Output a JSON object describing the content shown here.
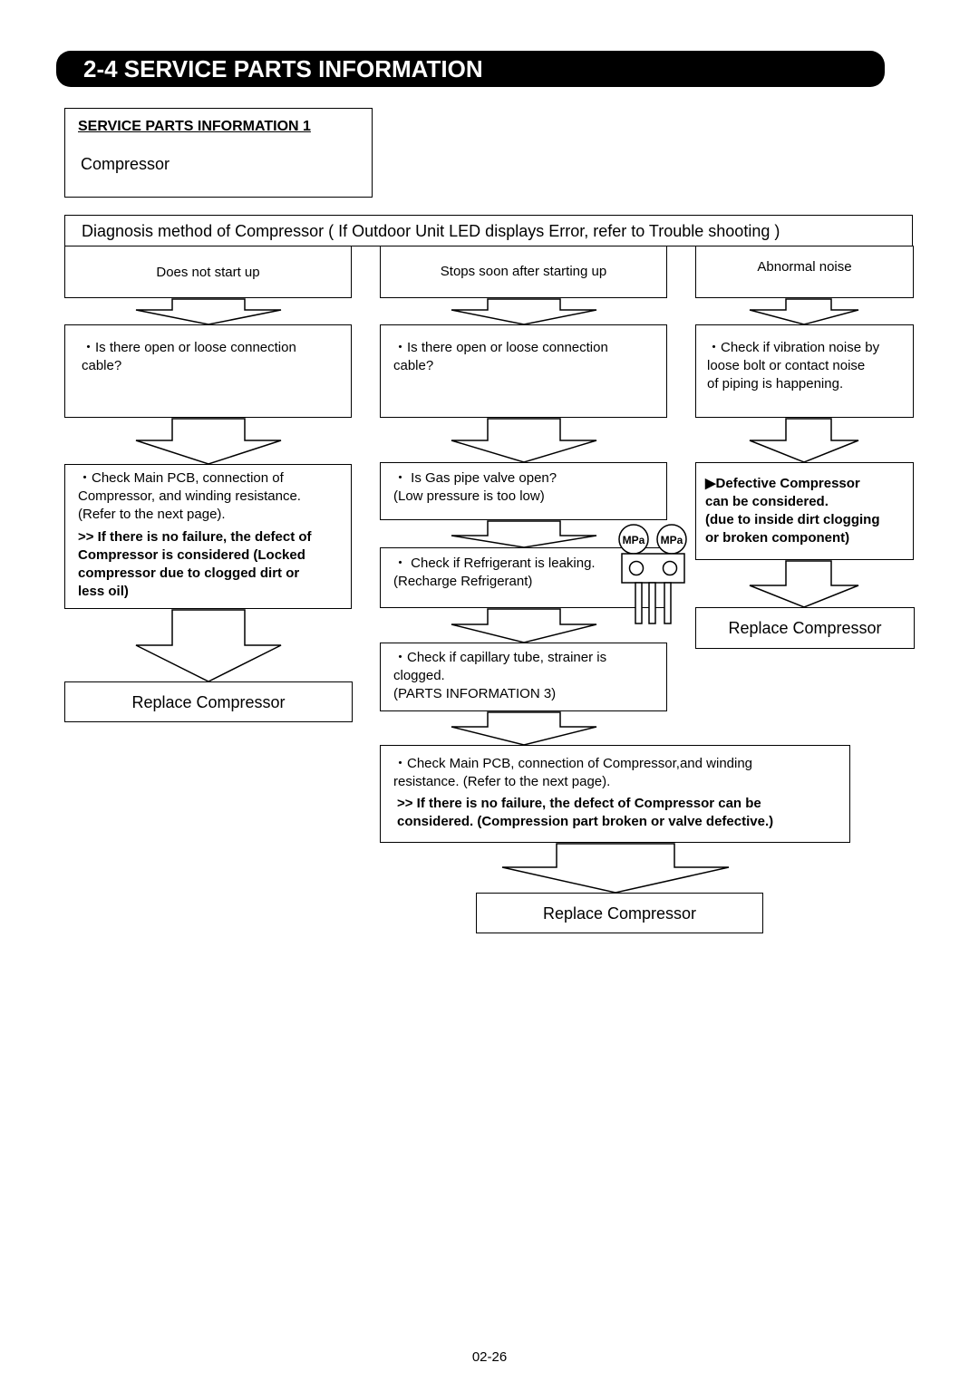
{
  "header": {
    "title": "2-4 SERVICE PARTS INFORMATION"
  },
  "info_box": {
    "heading": "SERVICE PARTS INFORMATION 1",
    "subject": "Compressor"
  },
  "diagnosis_title": "Diagnosis method of Compressor ( If Outdoor Unit LED displays Error, refer to Trouble shooting )",
  "col1": {
    "symptom": "Does not start up",
    "check1": "・Is there open or loose connection\n  cable?",
    "check2": "・Check Main PCB, connection of\n  Compressor, and winding resistance.\n  (Refer to the next page).",
    "note": ">> If there is no failure, the defect of\n     Compressor is considered (Locked\n     compressor due to clogged dirt or\n      less oil)",
    "result": "Replace Compressor"
  },
  "col2": {
    "symptom": "Stops soon after starting up",
    "check1": "・Is there open or loose connection\n  cable?",
    "check2": "・ Is Gas pipe valve open?\n   (Low pressure is too low)",
    "check3": "・ Check if Refrigerant is leaking.\n   (Recharge Refrigerant)",
    "check4": "・Check if capillary tube, strainer is\n  clogged.\n  (PARTS INFORMATION 3)",
    "check5": "・Check Main PCB, connection of Compressor,and winding\n  resistance. (Refer to the next page).",
    "note": ">> If there is no failure, the defect of Compressor can be\n     considered. (Compression part broken or valve defective.)",
    "result": "Replace Compressor",
    "gauge_labels": [
      "MPa",
      "MPa"
    ]
  },
  "col3": {
    "symptom": "Abnormal noise",
    "check1": "・Check if vibration noise by\n  loose bolt or contact noise\n  of piping is happening.",
    "defect": "▶Defective Compressor\n   can be considered.\n   (due to inside dirt clogging\n   or broken component)",
    "result": "Replace Compressor"
  },
  "footer": {
    "page_number": "02-26"
  }
}
